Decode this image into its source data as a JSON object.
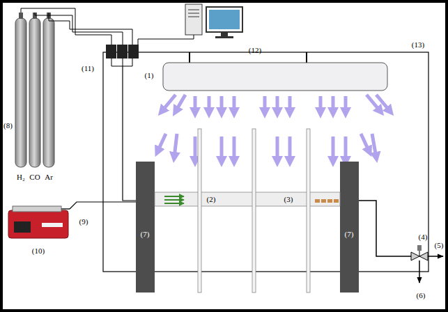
{
  "diagram": {
    "labels": [
      "(1)",
      "(2)",
      "(3)",
      "(4)",
      "(5)",
      "(6)",
      "(7)",
      "(7)",
      "(8)",
      "(9)",
      "(10)",
      "(11)",
      "(12)",
      "(13)",
      "H₂",
      "CO",
      "Ar"
    ]
  }
}
